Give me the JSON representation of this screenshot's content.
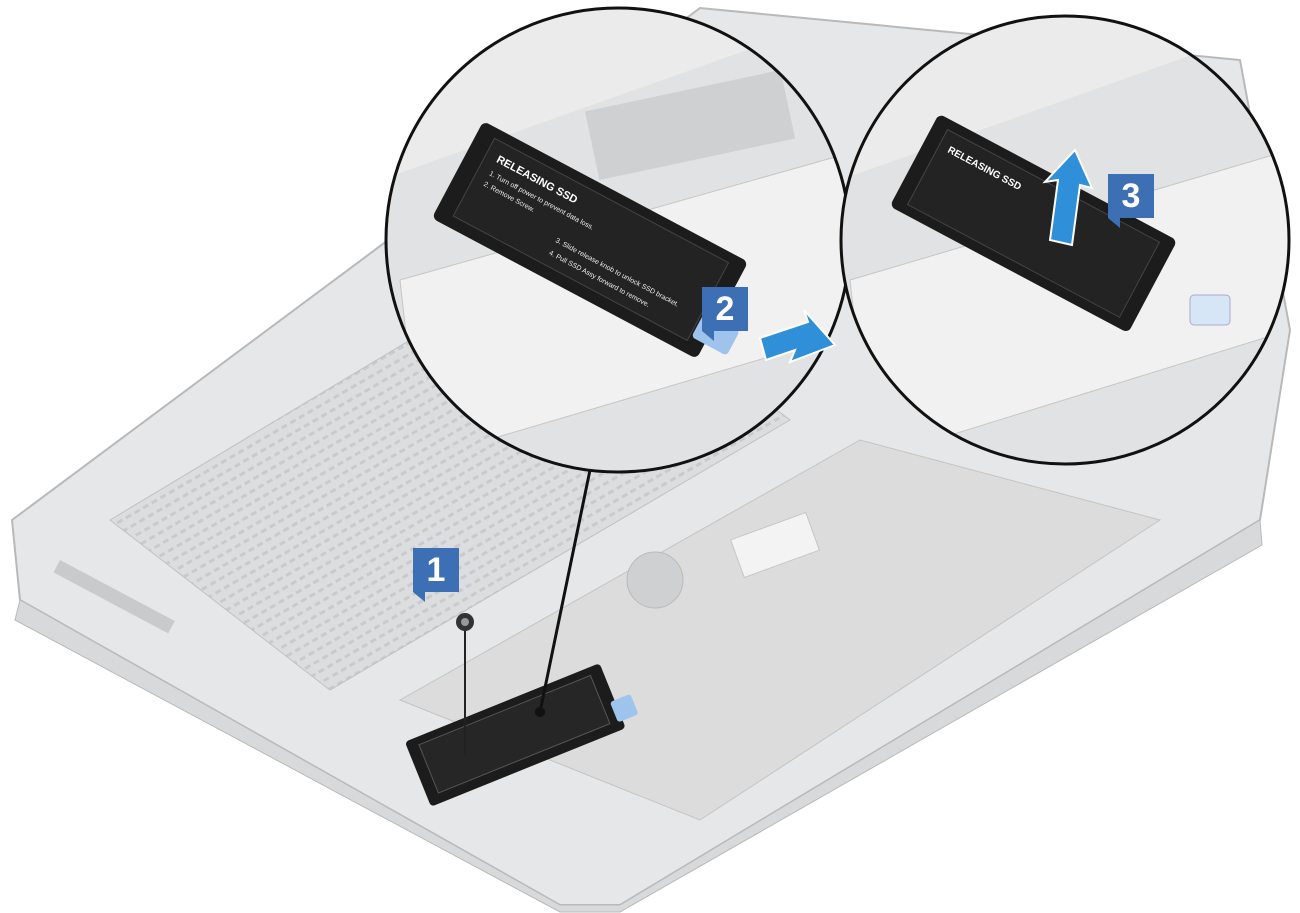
{
  "colors": {
    "callout": "#3d6fb4",
    "arrow": "#2f8fd8",
    "chassis": "#e4e5e6",
    "bracket": "#1c1c1c",
    "tab": "#9ec3ec"
  },
  "callouts": [
    {
      "number": "1",
      "step": "remove-screw"
    },
    {
      "number": "2",
      "step": "slide-release-tab"
    },
    {
      "number": "3",
      "step": "lift-ssd-bracket"
    }
  ],
  "ssd_label": {
    "title": "RELEASING SSD",
    "steps": [
      "1. Turn off power to prevent data loss.",
      "2. Remove Screw.",
      "3. Slide release knob to unlock SSD bracket.",
      "4. Pull SSD Assy forward to remove."
    ]
  }
}
